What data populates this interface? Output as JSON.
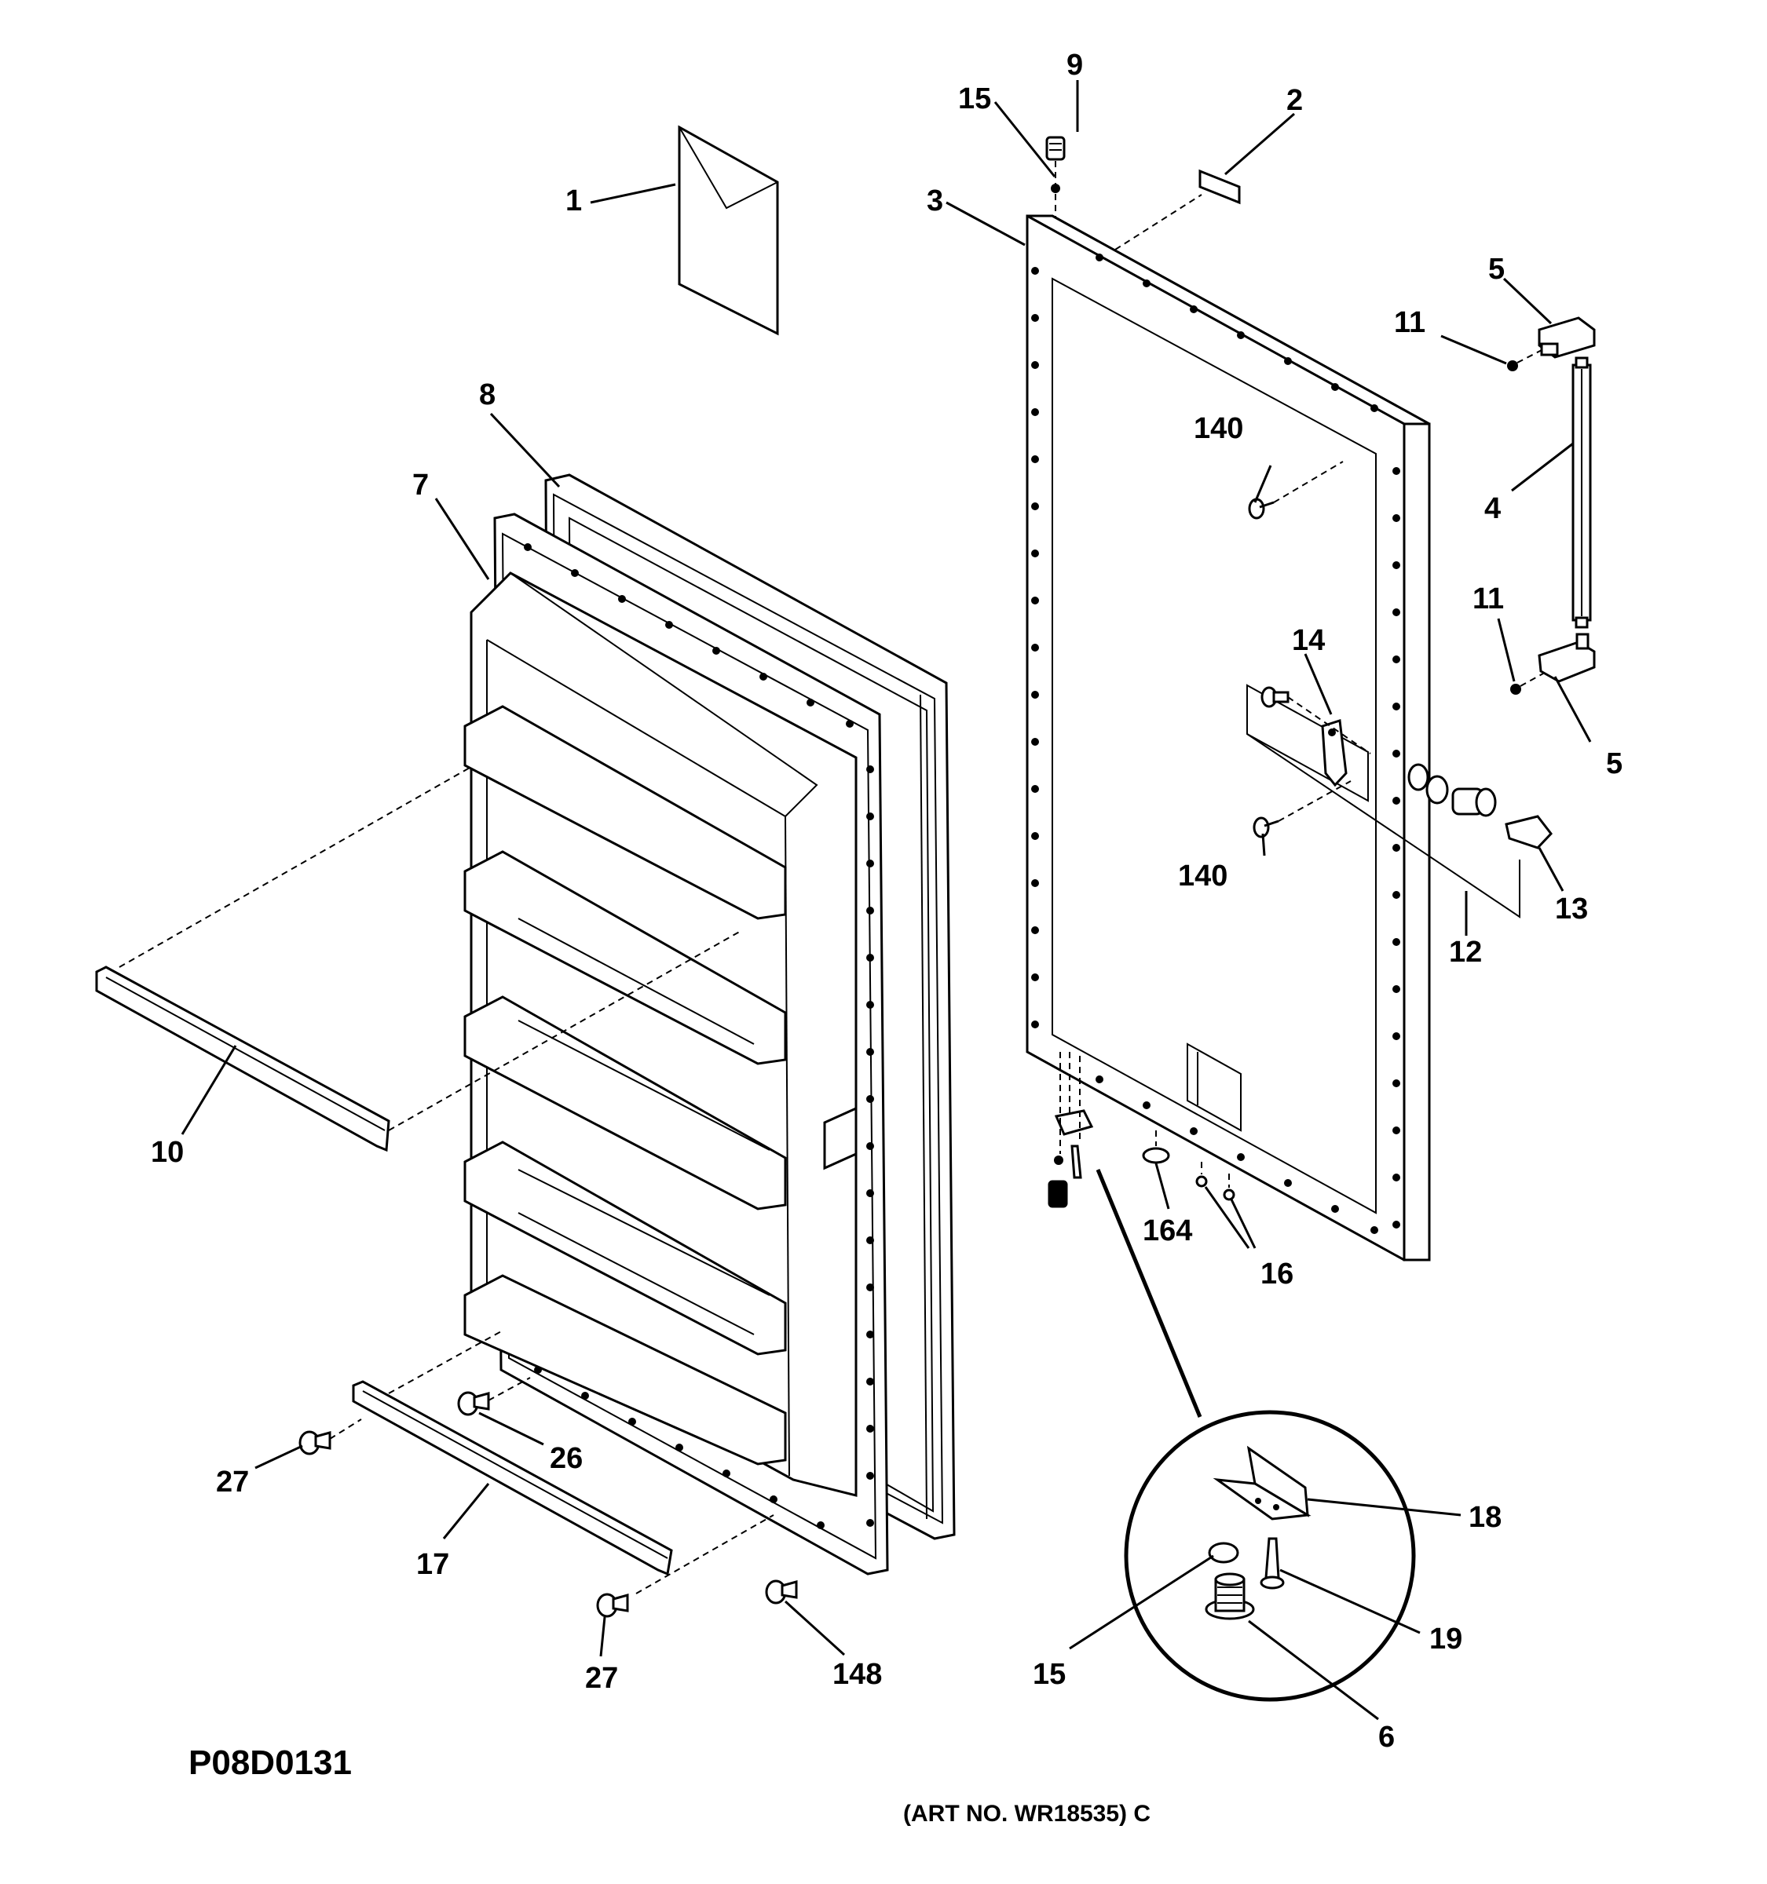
{
  "diagram": {
    "callouts": [
      {
        "id": "c1",
        "text": "1"
      },
      {
        "id": "c2",
        "text": "2"
      },
      {
        "id": "c3",
        "text": "3"
      },
      {
        "id": "c4",
        "text": "4"
      },
      {
        "id": "c5a",
        "text": "5"
      },
      {
        "id": "c5b",
        "text": "5"
      },
      {
        "id": "c6",
        "text": "6"
      },
      {
        "id": "c7",
        "text": "7"
      },
      {
        "id": "c8",
        "text": "8"
      },
      {
        "id": "c9",
        "text": "9"
      },
      {
        "id": "c10",
        "text": "10"
      },
      {
        "id": "c11a",
        "text": "11"
      },
      {
        "id": "c11b",
        "text": "11"
      },
      {
        "id": "c12",
        "text": "12"
      },
      {
        "id": "c13",
        "text": "13"
      },
      {
        "id": "c14",
        "text": "14"
      },
      {
        "id": "c15a",
        "text": "15"
      },
      {
        "id": "c15b",
        "text": "15"
      },
      {
        "id": "c16",
        "text": "16"
      },
      {
        "id": "c17",
        "text": "17"
      },
      {
        "id": "c18",
        "text": "18"
      },
      {
        "id": "c19",
        "text": "19"
      },
      {
        "id": "c26",
        "text": "26"
      },
      {
        "id": "c27a",
        "text": "27"
      },
      {
        "id": "c27b",
        "text": "27"
      },
      {
        "id": "c140a",
        "text": "140"
      },
      {
        "id": "c140b",
        "text": "140"
      },
      {
        "id": "c148",
        "text": "148"
      },
      {
        "id": "c164",
        "text": "164"
      }
    ],
    "drawing_code": "P08D0131",
    "art_number": "(ART NO. WR18535) C"
  }
}
